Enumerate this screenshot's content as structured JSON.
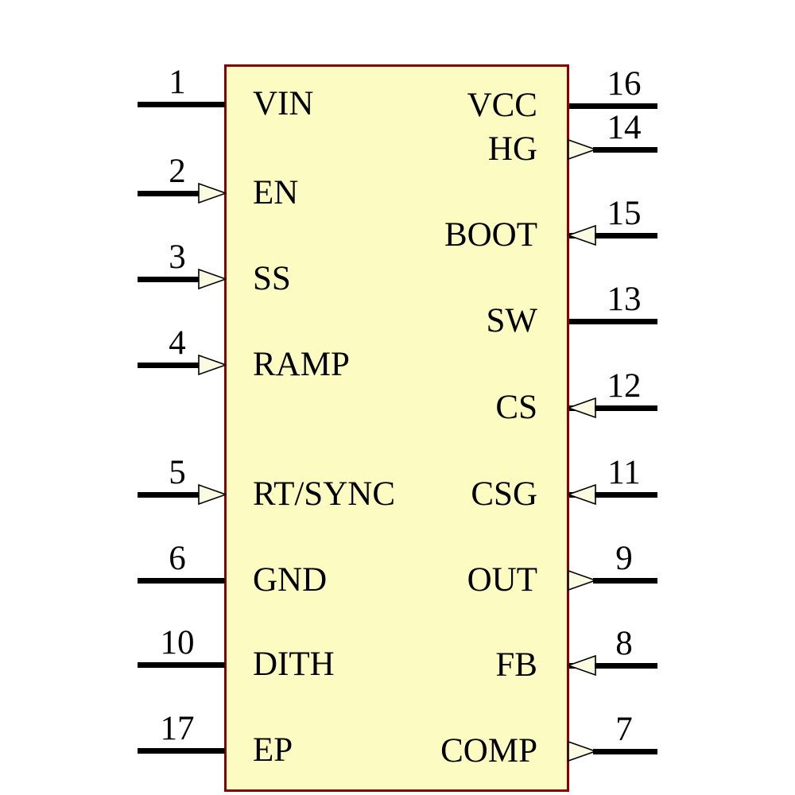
{
  "component": {
    "kind": "IC schematic symbol",
    "body_fill": "#FCFCC2",
    "body_border": "#8B0000",
    "line_color": "#000000",
    "arrow_fill": "#FBFBE1",
    "pin_count": 17
  },
  "pins": {
    "left": [
      {
        "number": "1",
        "label": "VIN",
        "arrow": "none"
      },
      {
        "number": "2",
        "label": "EN",
        "arrow": "in"
      },
      {
        "number": "3",
        "label": "SS",
        "arrow": "in"
      },
      {
        "number": "4",
        "label": "RAMP",
        "arrow": "in"
      },
      {
        "number": "5",
        "label": "RT/SYNC",
        "arrow": "in"
      },
      {
        "number": "6",
        "label": "GND",
        "arrow": "none"
      },
      {
        "number": "10",
        "label": "DITH",
        "arrow": "none"
      },
      {
        "number": "17",
        "label": "EP",
        "arrow": "none"
      }
    ],
    "right": [
      {
        "number": "16",
        "label": "VCC",
        "arrow": "none"
      },
      {
        "number": "14",
        "label": "HG",
        "arrow": "out"
      },
      {
        "number": "15",
        "label": "BOOT",
        "arrow": "in"
      },
      {
        "number": "13",
        "label": "SW",
        "arrow": "none"
      },
      {
        "number": "12",
        "label": "CS",
        "arrow": "in"
      },
      {
        "number": "11",
        "label": "CSG",
        "arrow": "in"
      },
      {
        "number": "9",
        "label": "OUT",
        "arrow": "out"
      },
      {
        "number": "8",
        "label": "FB",
        "arrow": "in"
      },
      {
        "number": "7",
        "label": "COMP",
        "arrow": "out"
      }
    ]
  }
}
